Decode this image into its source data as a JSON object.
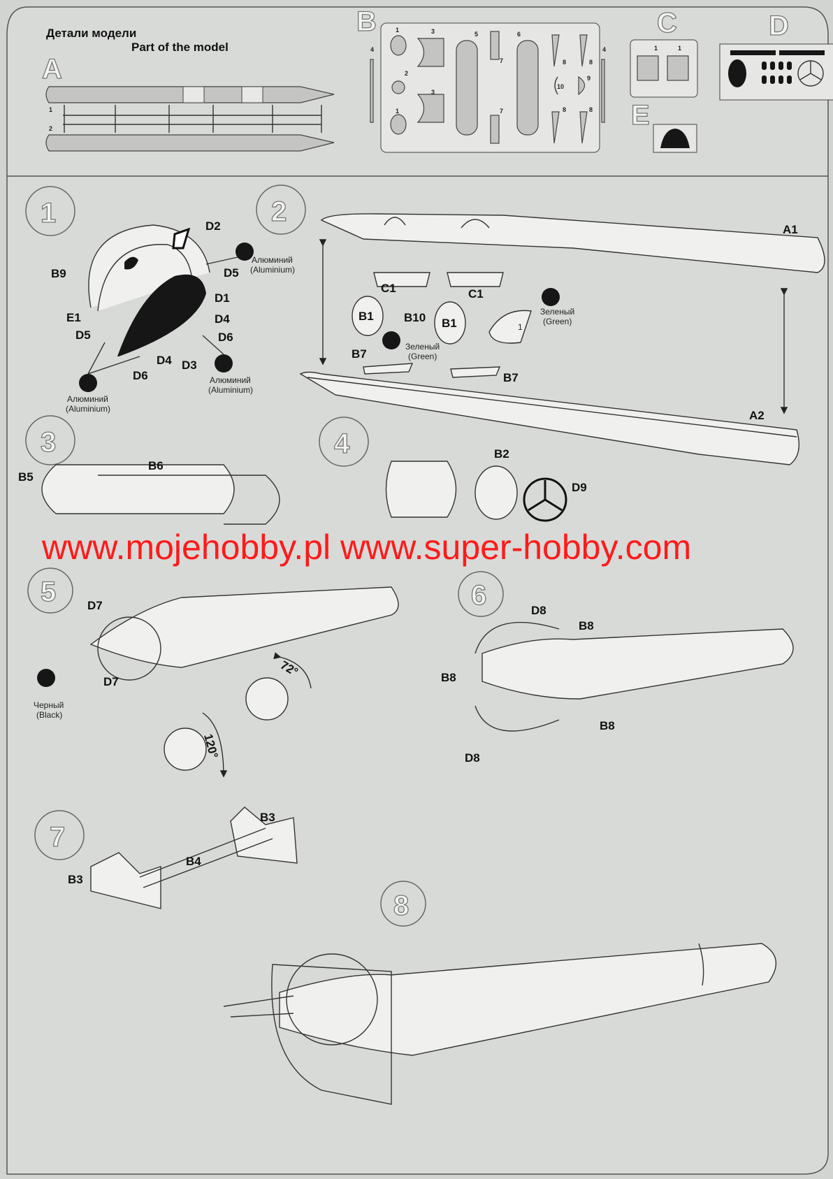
{
  "header": {
    "title_ru": "Детали модели",
    "title_en": "Part of the model"
  },
  "sprues": {
    "A": {
      "letter": "A",
      "numbers": [
        "1",
        "2"
      ]
    },
    "B": {
      "letter": "B",
      "numbers": [
        "1",
        "2",
        "1",
        "3",
        "3",
        "4",
        "4",
        "5",
        "6",
        "7",
        "7",
        "8",
        "8",
        "8",
        "8",
        "9",
        "10"
      ]
    },
    "C": {
      "letter": "C",
      "numbers": [
        "1",
        "1"
      ]
    },
    "D": {
      "letter": "D"
    },
    "E": {
      "letter": "E"
    }
  },
  "steps": [
    {
      "number": "1",
      "labels": [
        "D2",
        "B9",
        "D5",
        "D1",
        "E1",
        "D4",
        "D5",
        "D6",
        "D4",
        "D3",
        "D6"
      ]
    },
    {
      "number": "2",
      "labels": [
        "A1",
        "C1",
        "C1",
        "B1",
        "B10",
        "B1",
        "B7",
        "B7",
        "A2",
        "1"
      ]
    },
    {
      "number": "3",
      "labels": [
        "B5",
        "B6"
      ]
    },
    {
      "number": "4",
      "labels": [
        "B2",
        "D9"
      ]
    },
    {
      "number": "5",
      "labels": [
        "D7",
        "D7",
        "72°",
        "120°"
      ]
    },
    {
      "number": "6",
      "labels": [
        "D8",
        "B8",
        "B8",
        "B8",
        "D8"
      ]
    },
    {
      "number": "7",
      "labels": [
        "B3",
        "B4",
        "B3"
      ]
    },
    {
      "number": "8",
      "labels": []
    }
  ],
  "paints": {
    "aluminium_ru": "Алюминий",
    "aluminium_en": "(Aluminium)",
    "green_ru": "Зеленый",
    "green_en": "(Green)",
    "black_ru": "Черный",
    "black_en": "(Black)"
  },
  "watermark": "www.mojehobby.pl www.super-hobby.com"
}
